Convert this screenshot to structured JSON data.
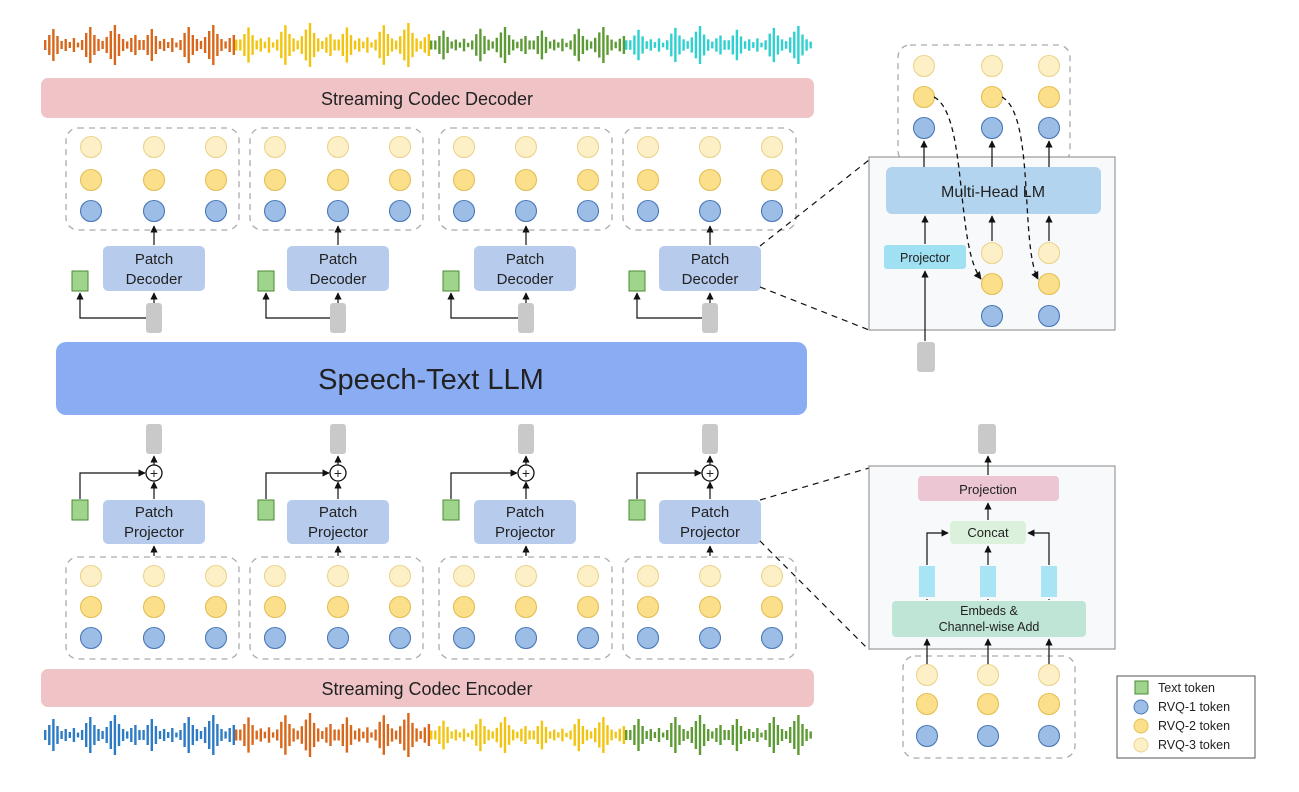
{
  "labels": {
    "decoder": "Streaming Codec Decoder",
    "encoder": "Streaming Codec Encoder",
    "llm": "Speech-Text LLM",
    "patch": "Patch",
    "decoder_word": "Decoder",
    "projector_word": "Projector",
    "multi_head_lm": "Multi-Head LM",
    "projector_small": "Projector",
    "projection": "Projection",
    "concat": "Concat",
    "embeds_line1": "Embeds &",
    "embeds_line2": "Channel-wise Add",
    "plus": "+"
  },
  "legend": {
    "text_token": "Text token",
    "rvq1": "RVQ-1 token",
    "rvq2": "RVQ-2 token",
    "rvq3": "RVQ-3 token"
  },
  "colors": {
    "codec_bar": "#f0c4c6",
    "llm": "#8aacf3",
    "patch_box": "#b7cbed",
    "rvq1": "#9bbde6",
    "rvq2": "#fcdf8a",
    "rvq3": "#fdf0c6",
    "text_token": "#9fd48c",
    "hidden": "#c9c9c9",
    "multi_head": "#b3d4ef",
    "projector_small": "#9fe0f2",
    "projection": "#edc6d3",
    "concat": "#dcf1dc",
    "embeds": "#bfe5d6",
    "cyan_token": "#a9e4f5",
    "wave_orange": "#d9671b",
    "wave_yellow": "#f2c40f",
    "wave_green": "#5c9a33",
    "wave_cyan": "#2fd0d0",
    "wave_blue": "#2c7bc4"
  }
}
